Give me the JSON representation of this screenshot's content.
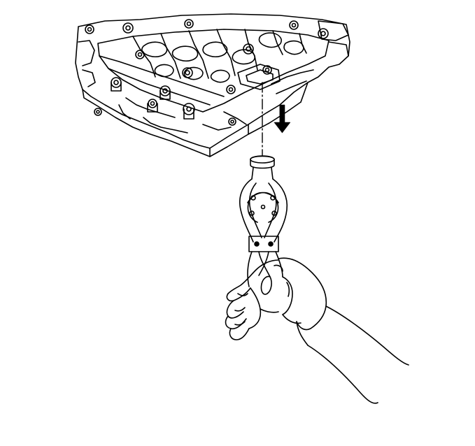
{
  "illustration": {
    "colors": {
      "line": "#000000",
      "background": "#ffffff"
    },
    "parts": [
      "valve-body-assembly",
      "mounting-bolt",
      "removal-direction-arrow",
      "pliers-tool",
      "hand"
    ]
  }
}
